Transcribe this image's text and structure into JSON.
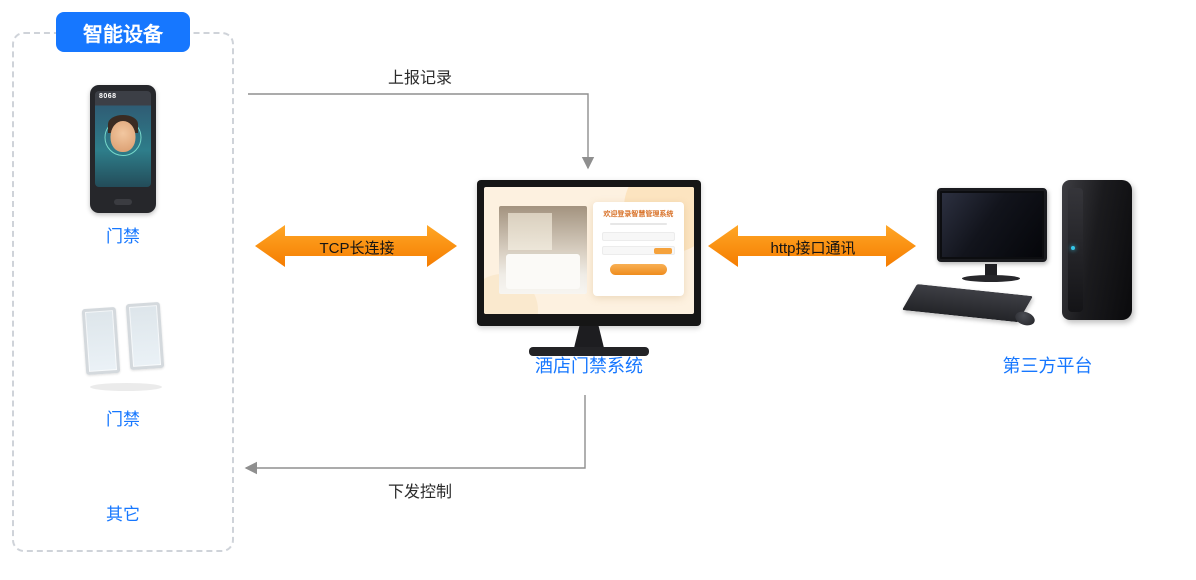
{
  "colors": {
    "accent_blue": "#1677ff",
    "arrow_orange": "#fb8c00",
    "line_gray": "#8f8f8f"
  },
  "group": {
    "title": "智能设备"
  },
  "devices": [
    {
      "label": "门禁",
      "kind": "face-terminal",
      "model": "8068"
    },
    {
      "label": "门禁",
      "kind": "gate"
    },
    {
      "label": "其它",
      "kind": "other"
    }
  ],
  "hotel_system": {
    "label": "酒店门禁系统",
    "screen_title": "欢迎登录智慧管理系统"
  },
  "third_party": {
    "label": "第三方平台"
  },
  "connections": {
    "report": "上报记录",
    "tcp": "TCP长连接",
    "http": "http接口通讯",
    "control": "下发控制"
  }
}
